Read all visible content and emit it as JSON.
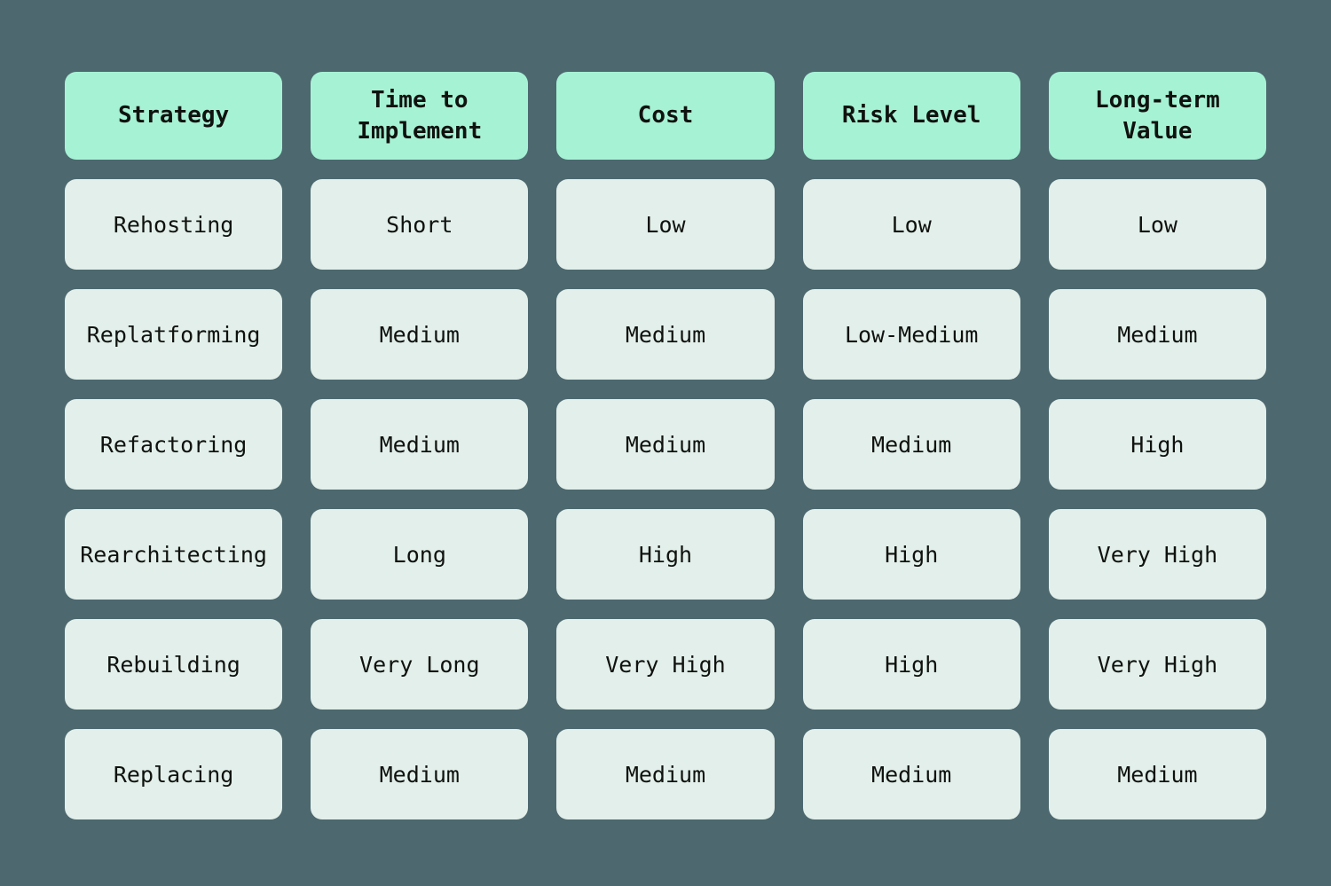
{
  "theme": {
    "background": "#4d686f",
    "header_cell_bg": "#a6f2d5",
    "data_cell_bg": "#e2efea",
    "text_color": "#10120f"
  },
  "table": {
    "columns": [
      {
        "label": "Strategy"
      },
      {
        "label": "Time to\nImplement"
      },
      {
        "label": "Cost"
      },
      {
        "label": "Risk Level"
      },
      {
        "label": "Long-term\nValue"
      }
    ],
    "rows": [
      {
        "strategy": "Rehosting",
        "time_to_implement": "Short",
        "cost": "Low",
        "risk_level": "Low",
        "long_term_value": "Low"
      },
      {
        "strategy": "Replatforming",
        "time_to_implement": "Medium",
        "cost": "Medium",
        "risk_level": "Low-Medium",
        "long_term_value": "Medium"
      },
      {
        "strategy": "Refactoring",
        "time_to_implement": "Medium",
        "cost": "Medium",
        "risk_level": "Medium",
        "long_term_value": "High"
      },
      {
        "strategy": "Rearchitecting",
        "time_to_implement": "Long",
        "cost": "High",
        "risk_level": "High",
        "long_term_value": "Very High"
      },
      {
        "strategy": "Rebuilding",
        "time_to_implement": "Very Long",
        "cost": "Very High",
        "risk_level": "High",
        "long_term_value": "Very High"
      },
      {
        "strategy": "Replacing",
        "time_to_implement": "Medium",
        "cost": "Medium",
        "risk_level": "Medium",
        "long_term_value": "Medium"
      }
    ]
  }
}
